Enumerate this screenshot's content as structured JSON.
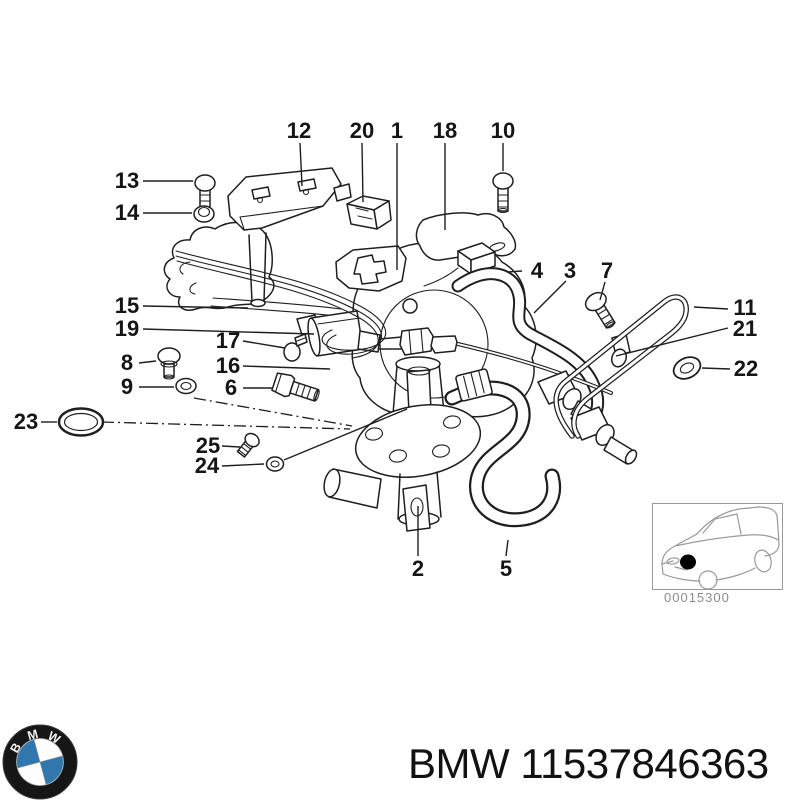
{
  "diagram": {
    "callouts": [
      "12",
      "20",
      "1",
      "18",
      "10",
      "13",
      "14",
      "15",
      "19",
      "17",
      "16",
      "8",
      "9",
      "6",
      "23",
      "25",
      "24",
      "4",
      "3",
      "7",
      "11",
      "21",
      "22",
      "2",
      "5"
    ],
    "thumbnail": {
      "code": "00015300"
    }
  },
  "footer": {
    "brand": "BMW",
    "part_number": "11537846363",
    "logo_letters": [
      "B",
      "M",
      "W"
    ]
  },
  "colors": {
    "line": "#1f1f1f",
    "thumb_line": "#9a9a9a",
    "thumb_code_text": "#8c8c8c",
    "logo_blue": "#3077ad",
    "logo_ring": "#161616"
  }
}
